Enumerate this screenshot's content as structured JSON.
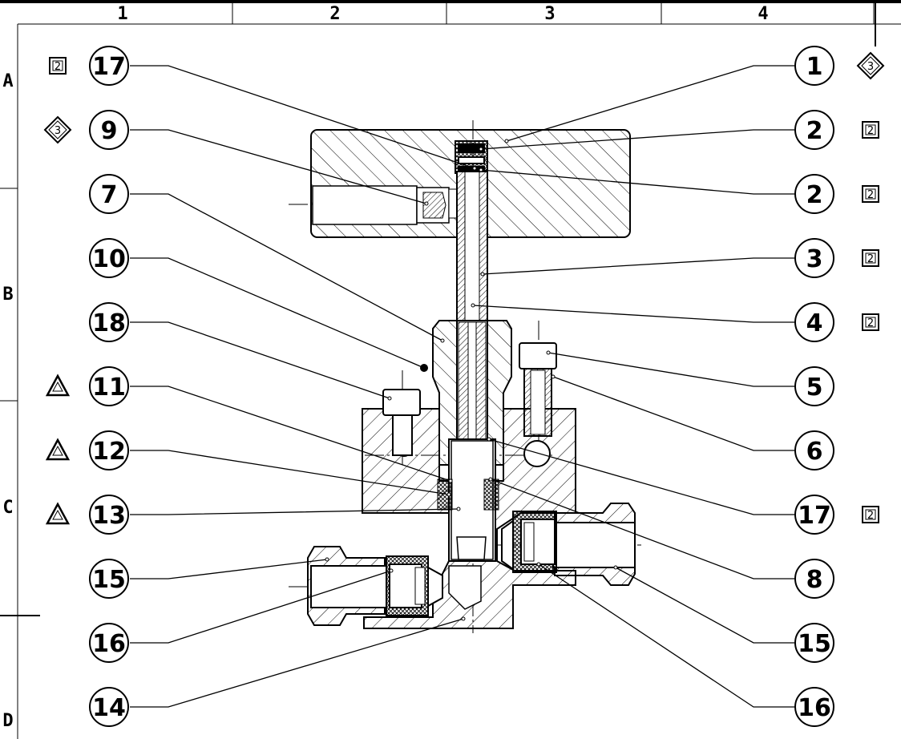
{
  "grid": {
    "columns": [
      "1",
      "2",
      "3",
      "4"
    ],
    "rows": [
      "A",
      "B",
      "C",
      "D"
    ]
  },
  "balloons_left": [
    {
      "label": "17",
      "flag": "box",
      "flag_text": "2"
    },
    {
      "label": "9",
      "flag": "diamond",
      "flag_text": "3"
    },
    {
      "label": "7",
      "flag": "",
      "flag_text": ""
    },
    {
      "label": "10",
      "flag": "",
      "flag_text": ""
    },
    {
      "label": "18",
      "flag": "",
      "flag_text": ""
    },
    {
      "label": "11",
      "flag": "triangle",
      "flag_text": ""
    },
    {
      "label": "12",
      "flag": "triangle",
      "flag_text": ""
    },
    {
      "label": "13",
      "flag": "triangle",
      "flag_text": ""
    },
    {
      "label": "15",
      "flag": "",
      "flag_text": ""
    },
    {
      "label": "16",
      "flag": "",
      "flag_text": ""
    },
    {
      "label": "14",
      "flag": "",
      "flag_text": ""
    }
  ],
  "balloons_right": [
    {
      "label": "1",
      "flag": "diamond",
      "flag_text": "3"
    },
    {
      "label": "2",
      "flag": "box",
      "flag_text": "2"
    },
    {
      "label": "2",
      "flag": "box",
      "flag_text": "2"
    },
    {
      "label": "3",
      "flag": "box",
      "flag_text": "2"
    },
    {
      "label": "4",
      "flag": "box",
      "flag_text": "2"
    },
    {
      "label": "5",
      "flag": "",
      "flag_text": ""
    },
    {
      "label": "6",
      "flag": "",
      "flag_text": ""
    },
    {
      "label": "17",
      "flag": "box",
      "flag_text": "2"
    },
    {
      "label": "8",
      "flag": "",
      "flag_text": ""
    },
    {
      "label": "15",
      "flag": "",
      "flag_text": ""
    },
    {
      "label": "16",
      "flag": "",
      "flag_text": ""
    }
  ]
}
